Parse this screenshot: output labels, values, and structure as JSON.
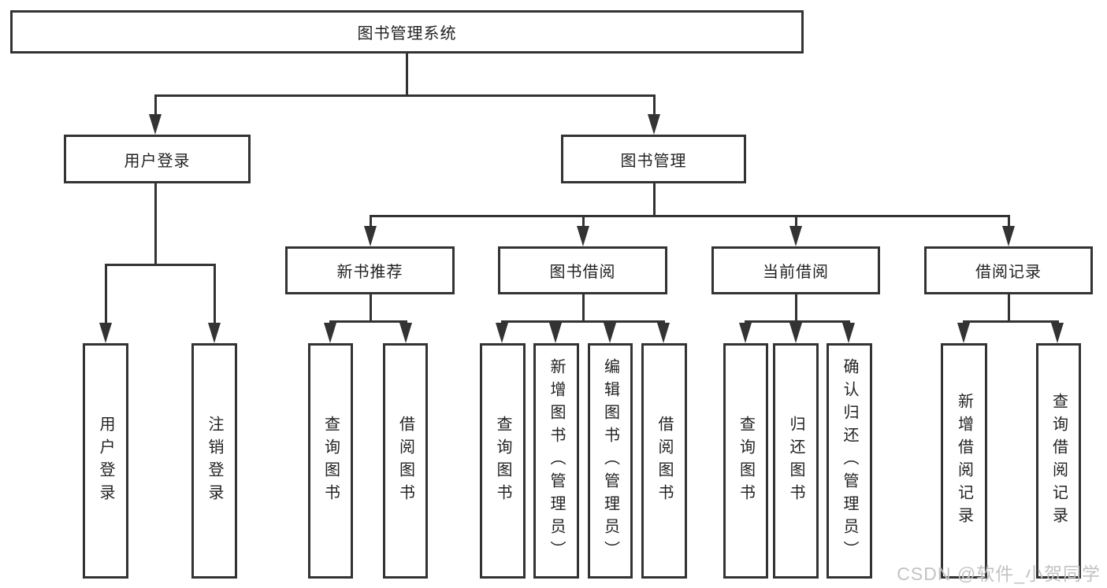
{
  "tree": {
    "root": {
      "label": "图书管理系统",
      "children": [
        {
          "label": "用户登录",
          "children": [
            {
              "label": "用户登录"
            },
            {
              "label": "注销登录"
            }
          ]
        },
        {
          "label": "图书管理",
          "children": [
            {
              "label": "新书推荐",
              "children": [
                {
                  "label": "查询图书"
                },
                {
                  "label": "借阅图书"
                }
              ]
            },
            {
              "label": "图书借阅",
              "children": [
                {
                  "label": "查询图书"
                },
                {
                  "label": "新增图书（管理员）"
                },
                {
                  "label": "编辑图书（管理员）"
                },
                {
                  "label": "借阅图书"
                }
              ]
            },
            {
              "label": "当前借阅",
              "children": [
                {
                  "label": "查询图书"
                },
                {
                  "label": "归还图书"
                },
                {
                  "label": "确认归还（管理员）"
                }
              ]
            },
            {
              "label": "借阅记录",
              "children": [
                {
                  "label": "新增借阅记录"
                },
                {
                  "label": "查询借阅记录"
                }
              ]
            }
          ]
        }
      ]
    }
  },
  "watermark": {
    "text": "CSDN @软件_小贺同学"
  },
  "colors": {
    "line": "#333333",
    "text": "#222222",
    "background": "#ffffff",
    "watermark": "#c3c3c3"
  }
}
